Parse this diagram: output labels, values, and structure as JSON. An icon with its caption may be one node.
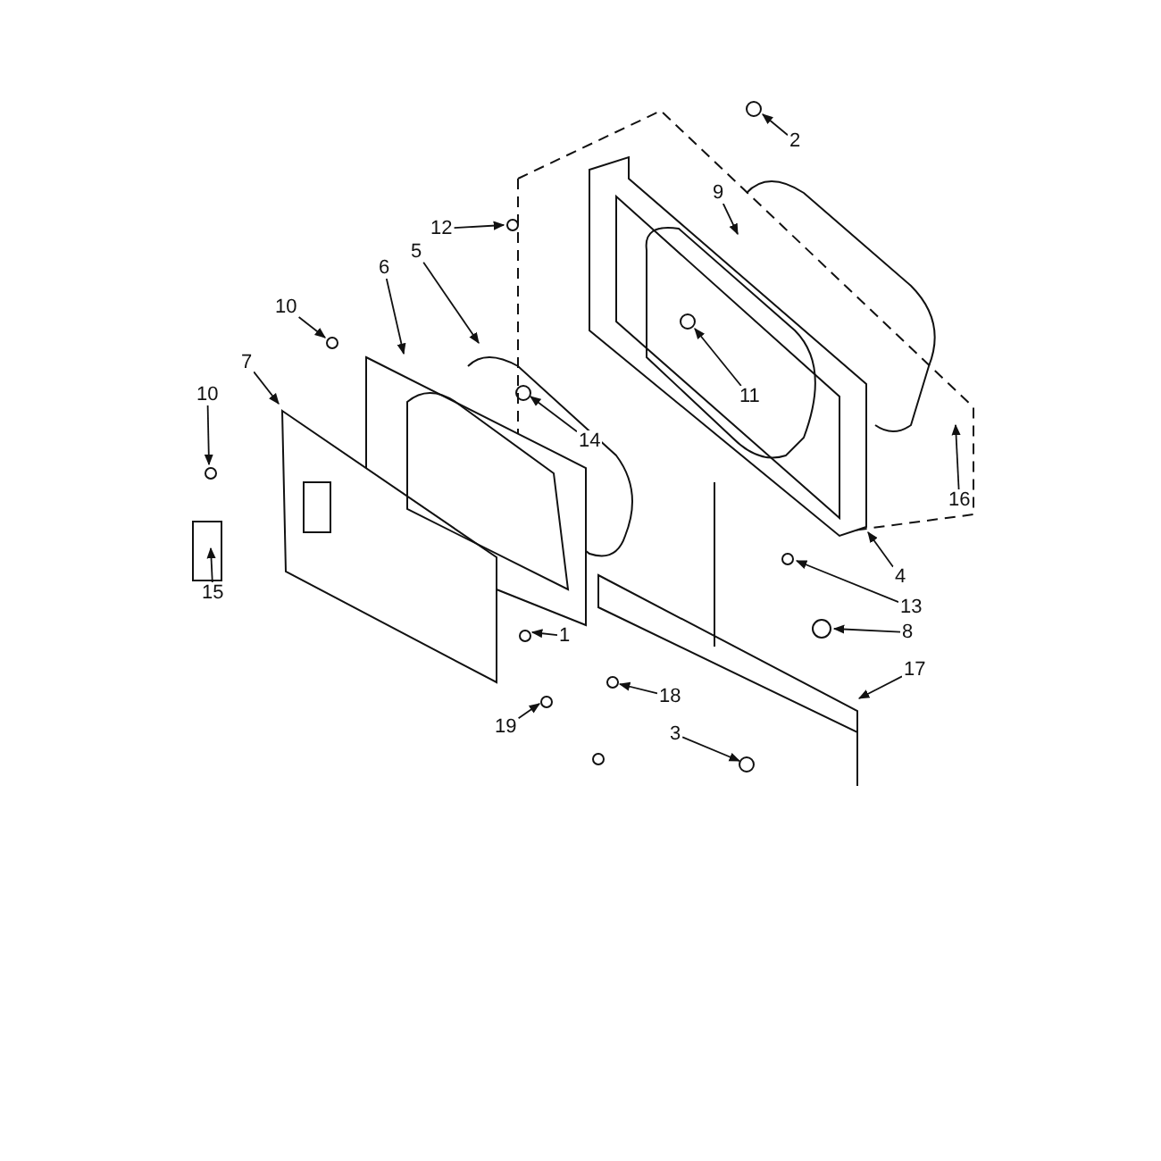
{
  "diagram": {
    "nodes": [
      {
        "text": [
          "2"
        ]
      },
      {
        "text": [
          "12"
        ]
      },
      {
        "text": [
          "9"
        ]
      },
      {
        "text": [
          "5"
        ]
      },
      {
        "text": [
          "6"
        ]
      },
      {
        "text": [
          "10"
        ]
      },
      {
        "text": [
          "11"
        ]
      },
      {
        "text": [
          "7"
        ]
      },
      {
        "text": [
          "14"
        ]
      },
      {
        "text": [
          "10"
        ]
      },
      {
        "text": [
          "16"
        ]
      },
      {
        "text": [
          "15"
        ]
      },
      {
        "text": [
          "4"
        ]
      },
      {
        "text": [
          "13"
        ]
      },
      {
        "text": [
          "1"
        ]
      },
      {
        "text": [
          "8"
        ]
      },
      {
        "text": [
          "18"
        ]
      },
      {
        "text": [
          "17"
        ]
      },
      {
        "text": [
          "19"
        ]
      },
      {
        "text": [
          "3"
        ]
      }
    ],
    "edges": [
      {
        "from": 0,
        "to": null,
        "arrow": "to"
      },
      {
        "from": 1,
        "to": null,
        "arrow": "to"
      },
      {
        "from": 2,
        "to": null,
        "arrow": "to"
      },
      {
        "from": 3,
        "to": null,
        "arrow": "to"
      },
      {
        "from": 4,
        "to": null,
        "arrow": "to"
      },
      {
        "from": 5,
        "to": null,
        "arrow": "to"
      },
      {
        "from": 6,
        "to": null,
        "arrow": "to"
      },
      {
        "from": 7,
        "to": null,
        "arrow": "to"
      },
      {
        "from": 8,
        "to": null,
        "arrow": "to"
      },
      {
        "from": 9,
        "to": null,
        "arrow": "to"
      },
      {
        "from": 10,
        "to": null,
        "arrow": "to"
      },
      {
        "from": 11,
        "to": null,
        "arrow": "to"
      },
      {
        "from": 12,
        "to": null,
        "arrow": "to"
      },
      {
        "from": 13,
        "to": null,
        "arrow": "to"
      },
      {
        "from": 14,
        "to": null,
        "arrow": "to"
      },
      {
        "from": 15,
        "to": null,
        "arrow": "to"
      },
      {
        "from": 16,
        "to": null,
        "arrow": "to"
      },
      {
        "from": 17,
        "to": null,
        "arrow": "to"
      },
      {
        "from": 18,
        "to": null,
        "arrow": "to"
      },
      {
        "from": 19,
        "to": null,
        "arrow": "to"
      }
    ]
  }
}
